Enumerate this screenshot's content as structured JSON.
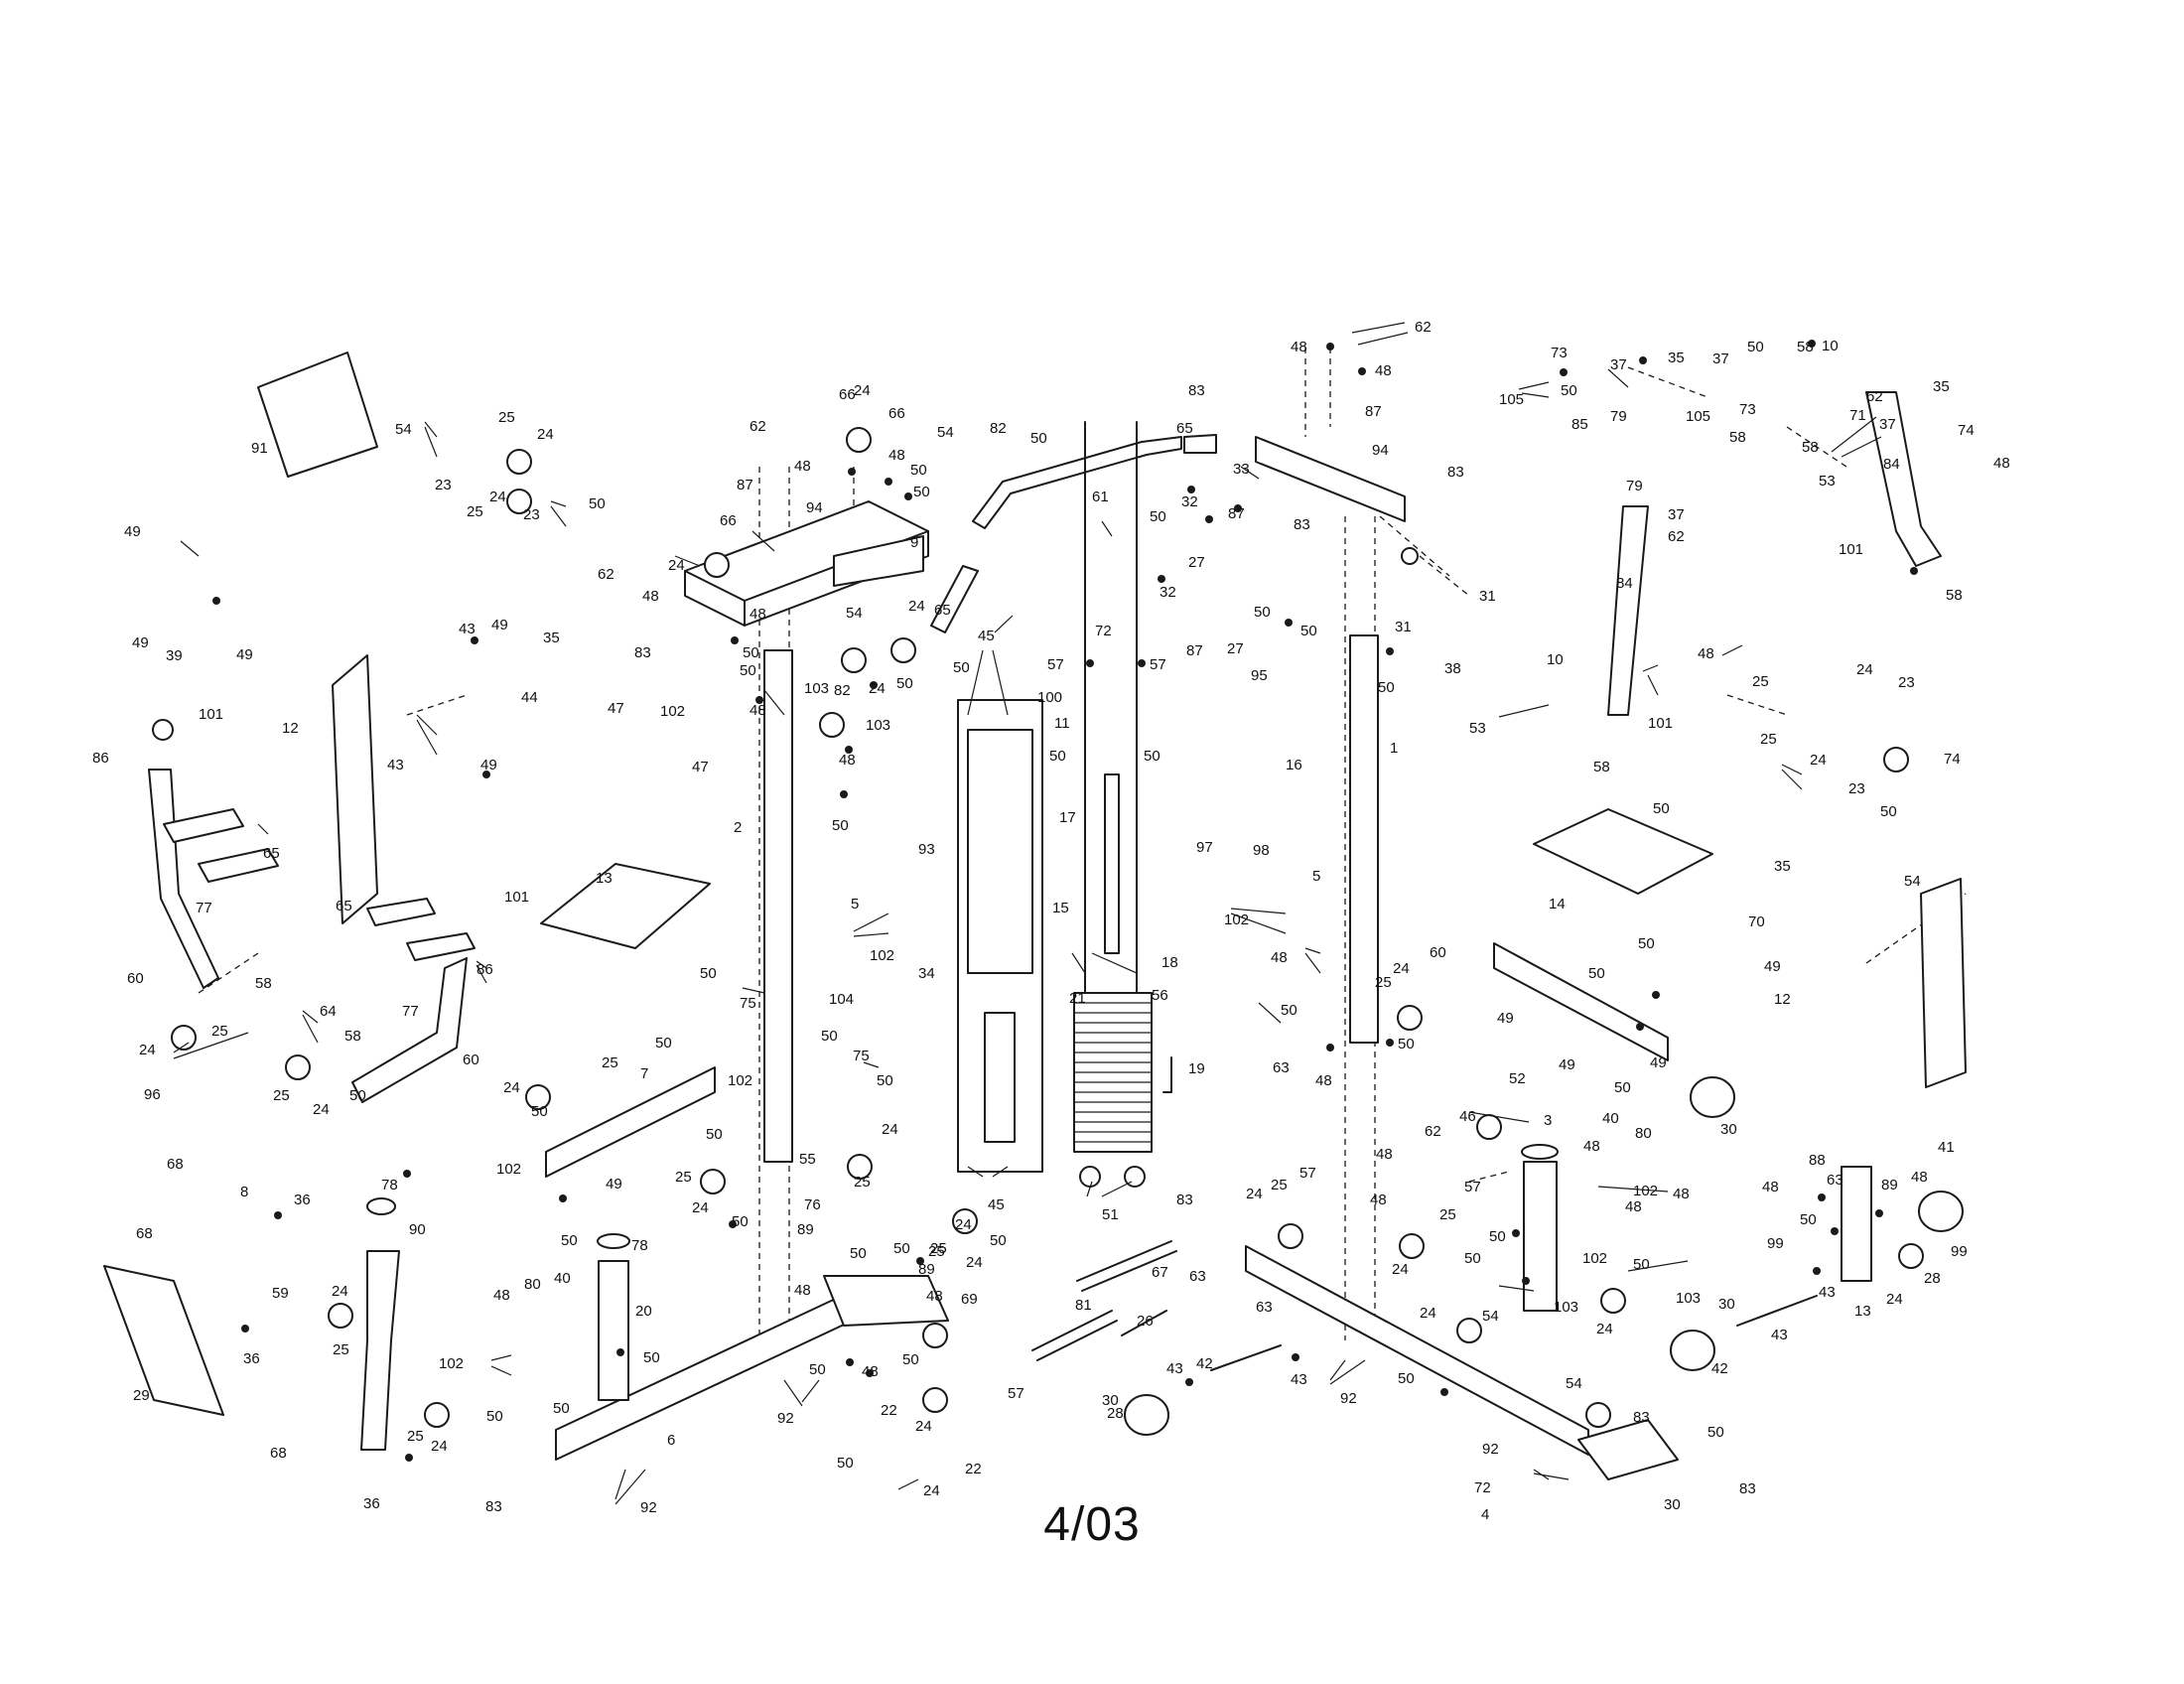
{
  "document_code": "4/03",
  "part_callouts": [
    {
      "id": "c1",
      "text": "48"
    },
    {
      "id": "c2",
      "text": "62"
    },
    {
      "id": "c3",
      "text": "48"
    },
    {
      "id": "c4",
      "text": "83"
    },
    {
      "id": "c5",
      "text": "87"
    },
    {
      "id": "c6",
      "text": "65"
    },
    {
      "id": "c7",
      "text": "94"
    },
    {
      "id": "c8",
      "text": "33"
    },
    {
      "id": "c9",
      "text": "83"
    },
    {
      "id": "c10",
      "text": "61"
    },
    {
      "id": "c11",
      "text": "83"
    },
    {
      "id": "c12",
      "text": "66"
    },
    {
      "id": "c13",
      "text": "24"
    },
    {
      "id": "c14",
      "text": "66"
    },
    {
      "id": "c15",
      "text": "54"
    },
    {
      "id": "c16",
      "text": "82"
    },
    {
      "id": "c17",
      "text": "50"
    },
    {
      "id": "c18",
      "text": "62"
    },
    {
      "id": "c19",
      "text": "48"
    },
    {
      "id": "c20",
      "text": "48"
    },
    {
      "id": "c21",
      "text": "50"
    },
    {
      "id": "c22",
      "text": "50"
    },
    {
      "id": "c23",
      "text": "87"
    },
    {
      "id": "c24",
      "text": "94"
    },
    {
      "id": "c25",
      "text": "9"
    },
    {
      "id": "c26",
      "text": "66"
    },
    {
      "id": "c27",
      "text": "62"
    },
    {
      "id": "c28",
      "text": "24"
    },
    {
      "id": "c29",
      "text": "48"
    },
    {
      "id": "c30",
      "text": "48"
    },
    {
      "id": "c31",
      "text": "50"
    },
    {
      "id": "c32",
      "text": "65"
    },
    {
      "id": "c33",
      "text": "54"
    },
    {
      "id": "c34",
      "text": "24"
    },
    {
      "id": "c35",
      "text": "83"
    },
    {
      "id": "c36",
      "text": "50"
    },
    {
      "id": "c37",
      "text": "50"
    },
    {
      "id": "c38",
      "text": "24"
    },
    {
      "id": "c39",
      "text": "50"
    },
    {
      "id": "c40",
      "text": "47"
    },
    {
      "id": "c41",
      "text": "102"
    },
    {
      "id": "c42",
      "text": "48"
    },
    {
      "id": "c43",
      "text": "103"
    },
    {
      "id": "c44",
      "text": "82"
    },
    {
      "id": "c45",
      "text": "103"
    },
    {
      "id": "c46",
      "text": "47"
    },
    {
      "id": "c47",
      "text": "48"
    },
    {
      "id": "c48",
      "text": "2"
    },
    {
      "id": "c49",
      "text": "50"
    },
    {
      "id": "c50",
      "text": "5"
    },
    {
      "id": "c51",
      "text": "102"
    },
    {
      "id": "c52",
      "text": "104"
    },
    {
      "id": "c53",
      "text": "50"
    },
    {
      "id": "c54",
      "text": "75"
    },
    {
      "id": "c55",
      "text": "50"
    },
    {
      "id": "c56",
      "text": "75"
    },
    {
      "id": "c57",
      "text": "50"
    },
    {
      "id": "c58",
      "text": "102"
    },
    {
      "id": "c59",
      "text": "24"
    },
    {
      "id": "c60",
      "text": "55"
    },
    {
      "id": "c61",
      "text": "25"
    },
    {
      "id": "c62",
      "text": "45"
    },
    {
      "id": "c63",
      "text": "93"
    },
    {
      "id": "c64",
      "text": "34"
    },
    {
      "id": "c65",
      "text": "45"
    },
    {
      "id": "c66",
      "text": "72"
    },
    {
      "id": "c67",
      "text": "57"
    },
    {
      "id": "c68",
      "text": "57"
    },
    {
      "id": "c69",
      "text": "100"
    },
    {
      "id": "c70",
      "text": "11"
    },
    {
      "id": "c71",
      "text": "50"
    },
    {
      "id": "c72",
      "text": "50"
    },
    {
      "id": "c73",
      "text": "17"
    },
    {
      "id": "c74",
      "text": "15"
    },
    {
      "id": "c75",
      "text": "18"
    },
    {
      "id": "c76",
      "text": "21"
    },
    {
      "id": "c77",
      "text": "56"
    },
    {
      "id": "c78",
      "text": "19"
    },
    {
      "id": "c79",
      "text": "51"
    },
    {
      "id": "c80",
      "text": "50"
    },
    {
      "id": "c81",
      "text": "32"
    },
    {
      "id": "c82",
      "text": "27"
    },
    {
      "id": "c83",
      "text": "87"
    },
    {
      "id": "c84",
      "text": "32"
    },
    {
      "id": "c85",
      "text": "50"
    },
    {
      "id": "c86",
      "text": "87"
    },
    {
      "id": "c87",
      "text": "27"
    },
    {
      "id": "c88",
      "text": "95"
    },
    {
      "id": "c89",
      "text": "16"
    },
    {
      "id": "c90",
      "text": "97"
    },
    {
      "id": "c91",
      "text": "98"
    },
    {
      "id": "c92",
      "text": "1"
    },
    {
      "id": "c93",
      "text": "50"
    },
    {
      "id": "c94",
      "text": "50"
    },
    {
      "id": "c95",
      "text": "31"
    },
    {
      "id": "c96",
      "text": "31"
    },
    {
      "id": "c97",
      "text": "38"
    },
    {
      "id": "c98",
      "text": "5"
    },
    {
      "id": "c99",
      "text": "102"
    },
    {
      "id": "c100",
      "text": "48"
    },
    {
      "id": "c101",
      "text": "60"
    },
    {
      "id": "c102",
      "text": "25"
    },
    {
      "id": "c103",
      "text": "24"
    },
    {
      "id": "c104",
      "text": "50"
    },
    {
      "id": "c105",
      "text": "63"
    },
    {
      "id": "c106",
      "text": "48"
    },
    {
      "id": "c107",
      "text": "50"
    },
    {
      "id": "c108",
      "text": "91"
    },
    {
      "id": "c109",
      "text": "54"
    },
    {
      "id": "c110",
      "text": "25"
    },
    {
      "id": "c111",
      "text": "24"
    },
    {
      "id": "c112",
      "text": "23"
    },
    {
      "id": "c113",
      "text": "25"
    },
    {
      "id": "c114",
      "text": "24"
    },
    {
      "id": "c115",
      "text": "23"
    },
    {
      "id": "c116",
      "text": "50"
    },
    {
      "id": "c117",
      "text": "49"
    },
    {
      "id": "c118",
      "text": "49"
    },
    {
      "id": "c119",
      "text": "39"
    },
    {
      "id": "c120",
      "text": "49"
    },
    {
      "id": "c121",
      "text": "43"
    },
    {
      "id": "c122",
      "text": "49"
    },
    {
      "id": "c123",
      "text": "35"
    },
    {
      "id": "c124",
      "text": "44"
    },
    {
      "id": "c125",
      "text": "43"
    },
    {
      "id": "c126",
      "text": "49"
    },
    {
      "id": "c127",
      "text": "12"
    },
    {
      "id": "c128",
      "text": "101"
    },
    {
      "id": "c129",
      "text": "86"
    },
    {
      "id": "c130",
      "text": "65"
    },
    {
      "id": "c131",
      "text": "77"
    },
    {
      "id": "c132",
      "text": "13"
    },
    {
      "id": "c133",
      "text": "65"
    },
    {
      "id": "c134",
      "text": "101"
    },
    {
      "id": "c135",
      "text": "86"
    },
    {
      "id": "c136",
      "text": "60"
    },
    {
      "id": "c137",
      "text": "58"
    },
    {
      "id": "c138",
      "text": "24"
    },
    {
      "id": "c139",
      "text": "25"
    },
    {
      "id": "c140",
      "text": "64"
    },
    {
      "id": "c141",
      "text": "58"
    },
    {
      "id": "c142",
      "text": "77"
    },
    {
      "id": "c143",
      "text": "96"
    },
    {
      "id": "c144",
      "text": "25"
    },
    {
      "id": "c145",
      "text": "24"
    },
    {
      "id": "c146",
      "text": "50"
    },
    {
      "id": "c147",
      "text": "68"
    },
    {
      "id": "c148",
      "text": "8"
    },
    {
      "id": "c149",
      "text": "36"
    },
    {
      "id": "c150",
      "text": "60"
    },
    {
      "id": "c151",
      "text": "24"
    },
    {
      "id": "c152",
      "text": "25"
    },
    {
      "id": "c153",
      "text": "7"
    },
    {
      "id": "c154",
      "text": "50"
    },
    {
      "id": "c155",
      "text": "102"
    },
    {
      "id": "c156",
      "text": "50"
    },
    {
      "id": "c157",
      "text": "50"
    },
    {
      "id": "c158",
      "text": "49"
    },
    {
      "id": "c159",
      "text": "25"
    },
    {
      "id": "c160",
      "text": "24"
    },
    {
      "id": "c161",
      "text": "50"
    },
    {
      "id": "c162",
      "text": "50"
    },
    {
      "id": "c163",
      "text": "78"
    },
    {
      "id": "c164",
      "text": "90"
    },
    {
      "id": "c165",
      "text": "78"
    },
    {
      "id": "c166",
      "text": "68"
    },
    {
      "id": "c167",
      "text": "36"
    },
    {
      "id": "c168",
      "text": "29"
    },
    {
      "id": "c169",
      "text": "59"
    },
    {
      "id": "c170",
      "text": "24"
    },
    {
      "id": "c171",
      "text": "25"
    },
    {
      "id": "c172",
      "text": "48"
    },
    {
      "id": "c173",
      "text": "80"
    },
    {
      "id": "c174",
      "text": "40"
    },
    {
      "id": "c175",
      "text": "102"
    },
    {
      "id": "c176",
      "text": "20"
    },
    {
      "id": "c177",
      "text": "50"
    },
    {
      "id": "c178",
      "text": "50"
    },
    {
      "id": "c179",
      "text": "68"
    },
    {
      "id": "c180",
      "text": "25"
    },
    {
      "id": "c181",
      "text": "24"
    },
    {
      "id": "c182",
      "text": "50"
    },
    {
      "id": "c183",
      "text": "36"
    },
    {
      "id": "c184",
      "text": "6"
    },
    {
      "id": "c185",
      "text": "83"
    },
    {
      "id": "c186",
      "text": "92"
    },
    {
      "id": "c187",
      "text": "76"
    },
    {
      "id": "c188",
      "text": "89"
    },
    {
      "id": "c189",
      "text": "50"
    },
    {
      "id": "c190",
      "text": "50"
    },
    {
      "id": "c191",
      "text": "25"
    },
    {
      "id": "c192",
      "text": "24"
    },
    {
      "id": "c193",
      "text": "50"
    },
    {
      "id": "c194",
      "text": "89"
    },
    {
      "id": "c195",
      "text": "48"
    },
    {
      "id": "c196",
      "text": "48"
    },
    {
      "id": "c197",
      "text": "25"
    },
    {
      "id": "c198",
      "text": "24"
    },
    {
      "id": "c199",
      "text": "69"
    },
    {
      "id": "c200",
      "text": "50"
    },
    {
      "id": "c201",
      "text": "48"
    },
    {
      "id": "c202",
      "text": "50"
    },
    {
      "id": "c203",
      "text": "92"
    },
    {
      "id": "c204",
      "text": "24"
    },
    {
      "id": "c205",
      "text": "57"
    },
    {
      "id": "c206",
      "text": "22"
    },
    {
      "id": "c207",
      "text": "50"
    },
    {
      "id": "c208",
      "text": "24"
    },
    {
      "id": "c209",
      "text": "22"
    },
    {
      "id": "c210",
      "text": "81"
    },
    {
      "id": "c211",
      "text": "26"
    },
    {
      "id": "c212",
      "text": "67"
    },
    {
      "id": "c213",
      "text": "42"
    },
    {
      "id": "c214",
      "text": "43"
    },
    {
      "id": "c215",
      "text": "30"
    },
    {
      "id": "c216",
      "text": "83"
    },
    {
      "id": "c217",
      "text": "63"
    },
    {
      "id": "c218",
      "text": "24"
    },
    {
      "id": "c219",
      "text": "25"
    },
    {
      "id": "c220",
      "text": "57"
    },
    {
      "id": "c221",
      "text": "48"
    },
    {
      "id": "c222",
      "text": "48"
    },
    {
      "id": "c223",
      "text": "62"
    },
    {
      "id": "c224",
      "text": "57"
    },
    {
      "id": "c225",
      "text": "25"
    },
    {
      "id": "c226",
      "text": "24"
    },
    {
      "id": "c227",
      "text": "63"
    },
    {
      "id": "c228",
      "text": "43"
    },
    {
      "id": "c229",
      "text": "92"
    },
    {
      "id": "c230",
      "text": "24"
    },
    {
      "id": "c231",
      "text": "54"
    },
    {
      "id": "c232",
      "text": "50"
    },
    {
      "id": "c233",
      "text": "50"
    },
    {
      "id": "c234",
      "text": "50"
    },
    {
      "id": "c235",
      "text": "46"
    },
    {
      "id": "c236",
      "text": "52"
    },
    {
      "id": "c237",
      "text": "3"
    },
    {
      "id": "c238",
      "text": "40"
    },
    {
      "id": "c239",
      "text": "80"
    },
    {
      "id": "c240",
      "text": "48"
    },
    {
      "id": "c241",
      "text": "102"
    },
    {
      "id": "c242",
      "text": "48"
    },
    {
      "id": "c243",
      "text": "48"
    },
    {
      "id": "c244",
      "text": "102"
    },
    {
      "id": "c245",
      "text": "50"
    },
    {
      "id": "c246",
      "text": "103"
    },
    {
      "id": "c247",
      "text": "103"
    },
    {
      "id": "c248",
      "text": "24"
    },
    {
      "id": "c249",
      "text": "54"
    },
    {
      "id": "c250",
      "text": "83"
    },
    {
      "id": "c251",
      "text": "50"
    },
    {
      "id": "c252",
      "text": "92"
    },
    {
      "id": "c253",
      "text": "72"
    },
    {
      "id": "c254",
      "text": "83"
    },
    {
      "id": "c255",
      "text": "4"
    },
    {
      "id": "c256",
      "text": "30"
    },
    {
      "id": "c257",
      "text": "30"
    },
    {
      "id": "c258",
      "text": "42"
    },
    {
      "id": "c259",
      "text": "43"
    },
    {
      "id": "c260",
      "text": "43"
    },
    {
      "id": "c261",
      "text": "30"
    },
    {
      "id": "c262",
      "text": "28"
    },
    {
      "id": "c263",
      "text": "88"
    },
    {
      "id": "c264",
      "text": "41"
    },
    {
      "id": "c265",
      "text": "63"
    },
    {
      "id": "c266",
      "text": "48"
    },
    {
      "id": "c267",
      "text": "89"
    },
    {
      "id": "c268",
      "text": "48"
    },
    {
      "id": "c269",
      "text": "50"
    },
    {
      "id": "c270",
      "text": "99"
    },
    {
      "id": "c271",
      "text": "99"
    },
    {
      "id": "c272",
      "text": "24"
    },
    {
      "id": "c273",
      "text": "28"
    },
    {
      "id": "c274",
      "text": "13"
    },
    {
      "id": "c275",
      "text": "50"
    },
    {
      "id": "c276",
      "text": "14"
    },
    {
      "id": "c277",
      "text": "50"
    },
    {
      "id": "c278",
      "text": "50"
    },
    {
      "id": "c279",
      "text": "49"
    },
    {
      "id": "c280",
      "text": "49"
    },
    {
      "id": "c281",
      "text": "50"
    },
    {
      "id": "c282",
      "text": "49"
    },
    {
      "id": "c283",
      "text": "35"
    },
    {
      "id": "c284",
      "text": "70"
    },
    {
      "id": "c285",
      "text": "49"
    },
    {
      "id": "c286",
      "text": "12"
    },
    {
      "id": "c287",
      "text": "54"
    },
    {
      "id": "c288",
      "text": "25"
    },
    {
      "id": "c289",
      "text": "24"
    },
    {
      "id": "c290",
      "text": "23"
    },
    {
      "id": "c291",
      "text": "25"
    },
    {
      "id": "c292",
      "text": "24"
    },
    {
      "id": "c293",
      "text": "23"
    },
    {
      "id": "c294",
      "text": "50"
    },
    {
      "id": "c295",
      "text": "74"
    },
    {
      "id": "c296",
      "text": "53"
    },
    {
      "id": "c297",
      "text": "10"
    },
    {
      "id": "c298",
      "text": "84"
    },
    {
      "id": "c299",
      "text": "48"
    },
    {
      "id": "c300",
      "text": "101"
    },
    {
      "id": "c301",
      "text": "58"
    },
    {
      "id": "c302",
      "text": "79"
    },
    {
      "id": "c303",
      "text": "73"
    },
    {
      "id": "c304",
      "text": "105"
    },
    {
      "id": "c305",
      "text": "50"
    },
    {
      "id": "c306",
      "text": "37"
    },
    {
      "id": "c307",
      "text": "35"
    },
    {
      "id": "c308",
      "text": "37"
    },
    {
      "id": "c309",
      "text": "50"
    },
    {
      "id": "c310",
      "text": "58"
    },
    {
      "id": "c311",
      "text": "10"
    },
    {
      "id": "c312",
      "text": "35"
    },
    {
      "id": "c313",
      "text": "85"
    },
    {
      "id": "c314",
      "text": "79"
    },
    {
      "id": "c315",
      "text": "73"
    },
    {
      "id": "c316",
      "text": "105"
    },
    {
      "id": "c317",
      "text": "58"
    },
    {
      "id": "c318",
      "text": "62"
    },
    {
      "id": "c319",
      "text": "71"
    },
    {
      "id": "c320",
      "text": "58"
    },
    {
      "id": "c321",
      "text": "37"
    },
    {
      "id": "c322",
      "text": "53"
    },
    {
      "id": "c323",
      "text": "74"
    },
    {
      "id": "c324",
      "text": "48"
    },
    {
      "id": "c325",
      "text": "84"
    },
    {
      "id": "c326",
      "text": "101"
    },
    {
      "id": "c327",
      "text": "58"
    },
    {
      "id": "c328",
      "text": "37"
    },
    {
      "id": "c329",
      "text": "62"
    }
  ]
}
